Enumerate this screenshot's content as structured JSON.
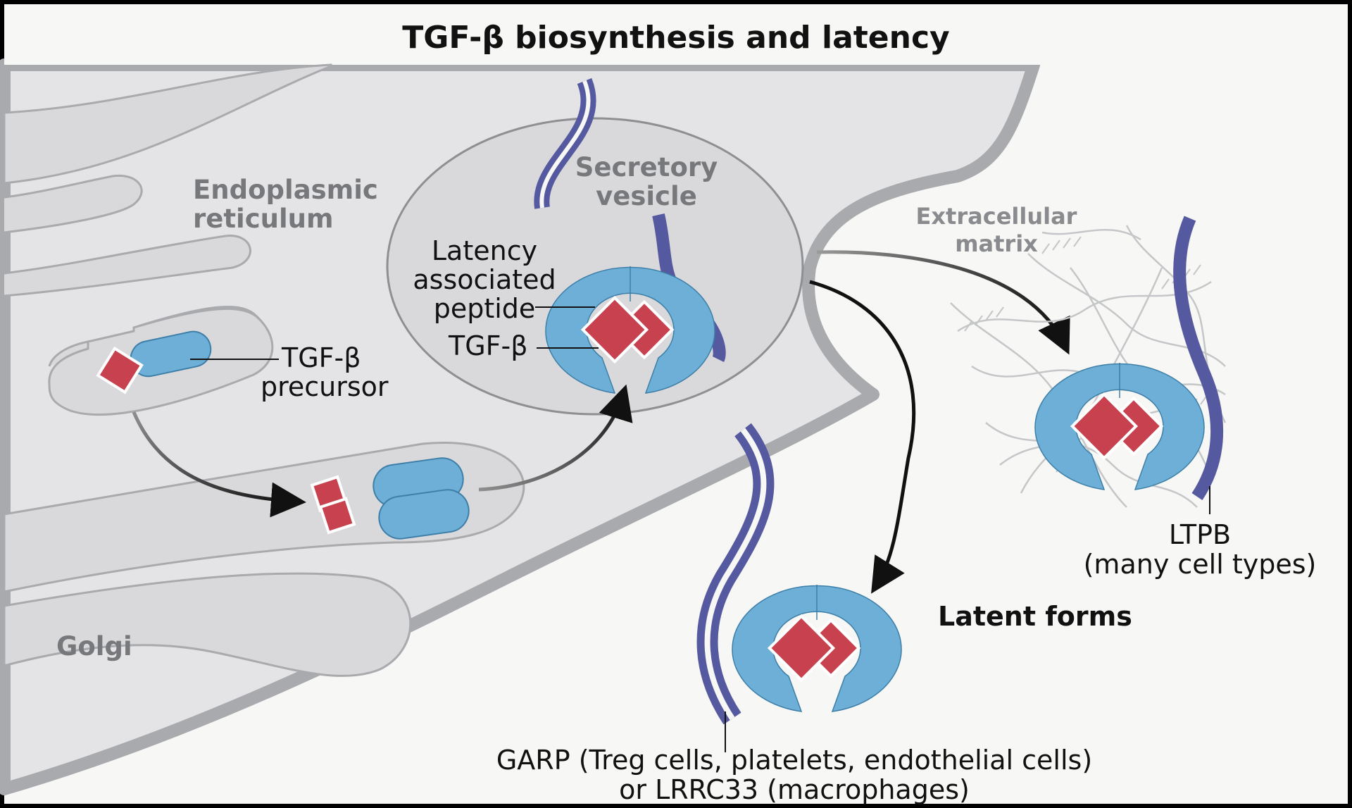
{
  "title": "TGF-β biosynthesis and latency",
  "labels": {
    "er_line1": "Endoplasmic",
    "er_line2": "reticulum",
    "golgi": "Golgi",
    "vesicle_line1": "Secretory",
    "vesicle_line2": "vesicle",
    "lap_line1": "Latency",
    "lap_line2": "associated",
    "lap_line3": "peptide",
    "tgfb": "TGF-β",
    "precursor_line1": "TGF-β",
    "precursor_line2": "precursor",
    "ecm_line1": "Extracellular",
    "ecm_line2": "matrix",
    "ltpb_line1": "LTPB",
    "ltpb_line2": "(many cell types)",
    "latent_forms": "Latent forms",
    "garp_line1": "GARP (Treg cells, platelets, endothelial cells)",
    "garp_line2": "or LRRC33 (macrophages)"
  },
  "colors": {
    "background": "#f7f7f5",
    "cytoplasm": "#e4e4e6",
    "membrane": "#a9aaae",
    "organelle": "#d9d9dc",
    "lap_blue": "#6dafd6",
    "tgfb_red": "#c8414f",
    "anchor_purple": "#55599f",
    "matrix_fiber": "#c4c6c8"
  }
}
